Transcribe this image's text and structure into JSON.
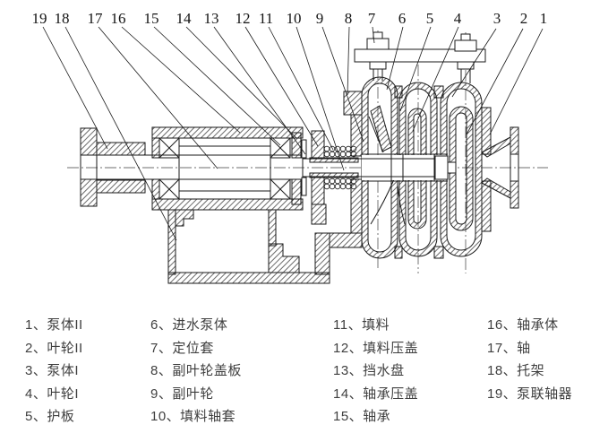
{
  "figure": {
    "callouts": [
      {
        "label": "19"
      },
      {
        "label": "18"
      },
      {
        "label": "17"
      },
      {
        "label": "16"
      },
      {
        "label": "15"
      },
      {
        "label": "14"
      },
      {
        "label": "13"
      },
      {
        "label": "12"
      },
      {
        "label": "11"
      },
      {
        "label": "10"
      },
      {
        "label": "9"
      },
      {
        "label": "8"
      },
      {
        "label": "7"
      },
      {
        "label": "6"
      },
      {
        "label": "5"
      },
      {
        "label": "4"
      },
      {
        "label": "3"
      },
      {
        "label": "2"
      },
      {
        "label": "1"
      }
    ]
  },
  "legend": {
    "columns": [
      {
        "items": [
          "1、泵体II",
          "2、叶轮II",
          "3、泵体I",
          "4、叶轮I",
          "5、护板"
        ]
      },
      {
        "items": [
          "6、进水泵体",
          "7、定位套",
          "8、副叶轮盖板",
          "9、副叶轮",
          "10、填料轴套"
        ]
      },
      {
        "items": [
          "11、填料",
          "12、填料压盖",
          "13、挡水盘",
          "14、轴承压盖",
          "15、轴承"
        ]
      },
      {
        "items": [
          "16、轴承体",
          "17、轴",
          "18、托架",
          "19、泵联轴器"
        ]
      }
    ]
  },
  "colors": {
    "line": "#1a1a1a",
    "legend_text": "#3f3f3f",
    "background": "#ffffff"
  }
}
